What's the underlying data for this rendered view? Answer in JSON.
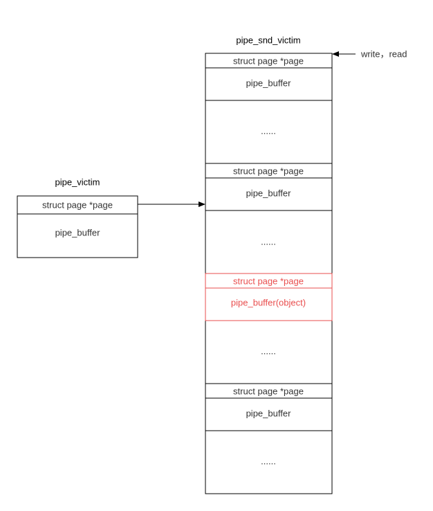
{
  "titles": {
    "snd_victim": "pipe_snd_victim",
    "victim": "pipe_victim"
  },
  "annotation": {
    "write_read": "write，read"
  },
  "snd_victim_blocks": [
    {
      "page_label": "struct page *page",
      "buffer_label": "pipe_buffer",
      "gap_label": "......",
      "highlighted": false
    },
    {
      "page_label": "struct page *page",
      "buffer_label": "pipe_buffer",
      "gap_label": "......",
      "highlighted": false
    },
    {
      "page_label": "struct page *page",
      "buffer_label": "pipe_buffer(object)",
      "gap_label": "......",
      "highlighted": true
    },
    {
      "page_label": "struct page *page",
      "buffer_label": "pipe_buffer",
      "gap_label": "......",
      "highlighted": false
    }
  ],
  "victim_block": {
    "page_label": "struct page *page",
    "buffer_label": "pipe_buffer"
  },
  "colors": {
    "highlight": "#e94e4e",
    "line": "#000000",
    "text": "#333333"
  }
}
